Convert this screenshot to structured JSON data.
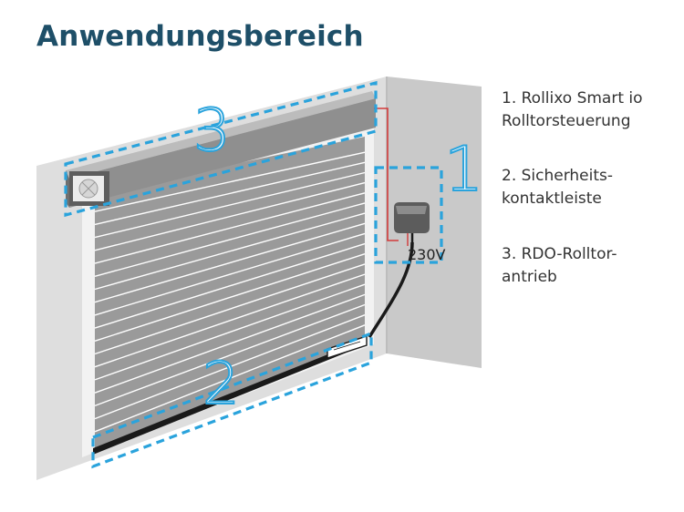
{
  "title": "Anwendungsbereich",
  "voltage_label": "230V",
  "zones": [
    {
      "number": "1",
      "line1": "1. Rollixo Smart io",
      "line2": "Rolltorsteuerung"
    },
    {
      "number": "2",
      "line1": "2. Sicherheits-",
      "line2": "kontaktleiste"
    },
    {
      "number": "3",
      "line1": "3. RDO-Rolltor-",
      "line2": "antrieb"
    }
  ],
  "colors": {
    "title": "#1e4f68",
    "highlight": "#2aa3dc",
    "wall": "#dedede",
    "door": "#9a9a9a",
    "cable": "#1a1a1a",
    "wire": "#d23a3a"
  }
}
